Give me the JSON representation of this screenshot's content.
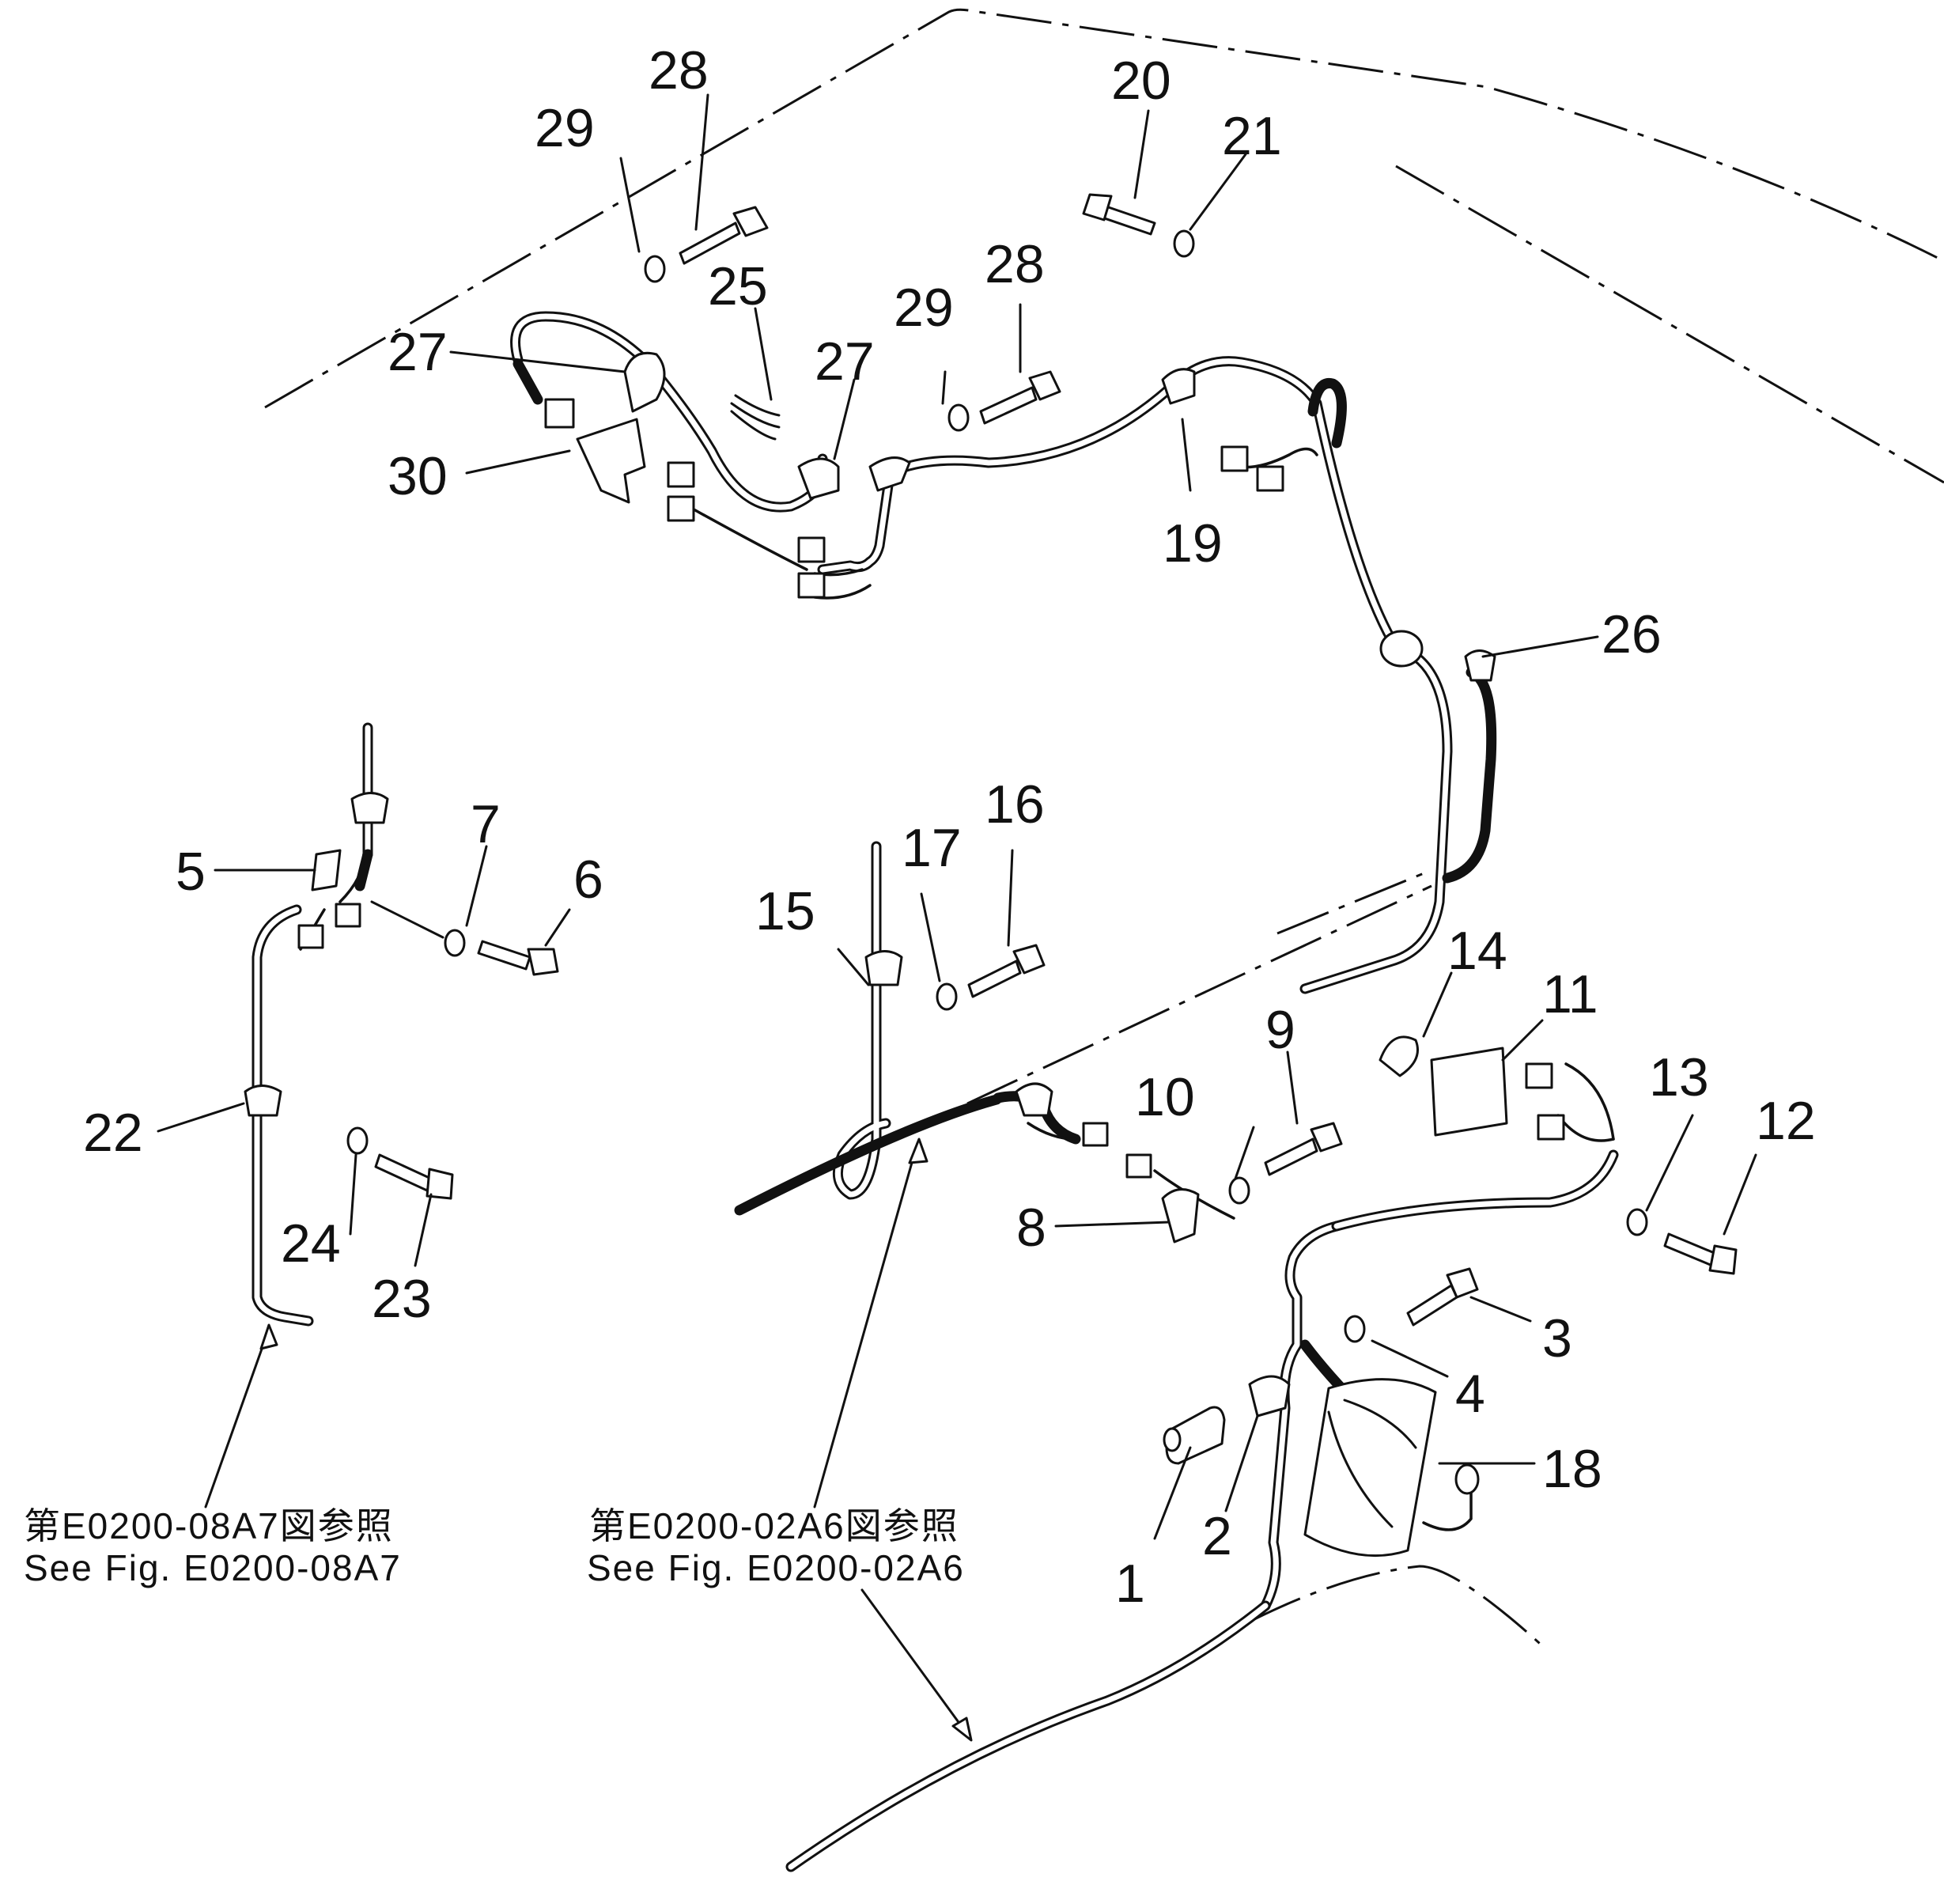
{
  "labels": {
    "n1": "1",
    "n2": "2",
    "n3": "3",
    "n4": "4",
    "n5": "5",
    "n6": "6",
    "n7": "7",
    "n8": "8",
    "n9": "9",
    "n10": "10",
    "n11": "11",
    "n12": "12",
    "n13": "13",
    "n14": "14",
    "n15": "15",
    "n16": "16",
    "n17": "17",
    "n18": "18",
    "n19": "19",
    "n20": "20",
    "n21": "21",
    "n22": "22",
    "n23": "23",
    "n24": "24",
    "n25": "25",
    "n26": "26",
    "n27a": "27",
    "n27b": "27",
    "n28a": "28",
    "n28b": "28",
    "n29a": "29",
    "n29b": "29",
    "n30": "30"
  },
  "references": {
    "left_jp": "第E0200-08A7図参照",
    "left_en": "See Fig. E0200-08A7",
    "right_jp": "第E0200-02A6図参照",
    "right_en": "See Fig. E0200-02A6"
  }
}
